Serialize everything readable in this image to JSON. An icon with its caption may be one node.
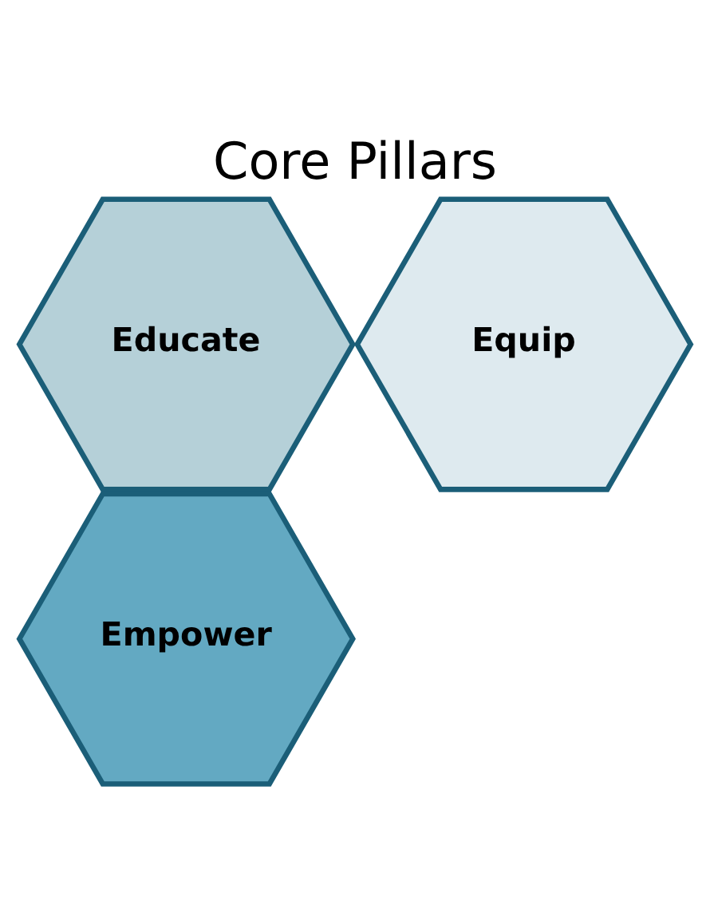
{
  "diagram": {
    "title": "Core Pillars",
    "nodes": [
      {
        "text": [
          "Educate"
        ]
      },
      {
        "text": [
          "Equip"
        ]
      },
      {
        "text": [
          "Empower"
        ]
      }
    ]
  }
}
